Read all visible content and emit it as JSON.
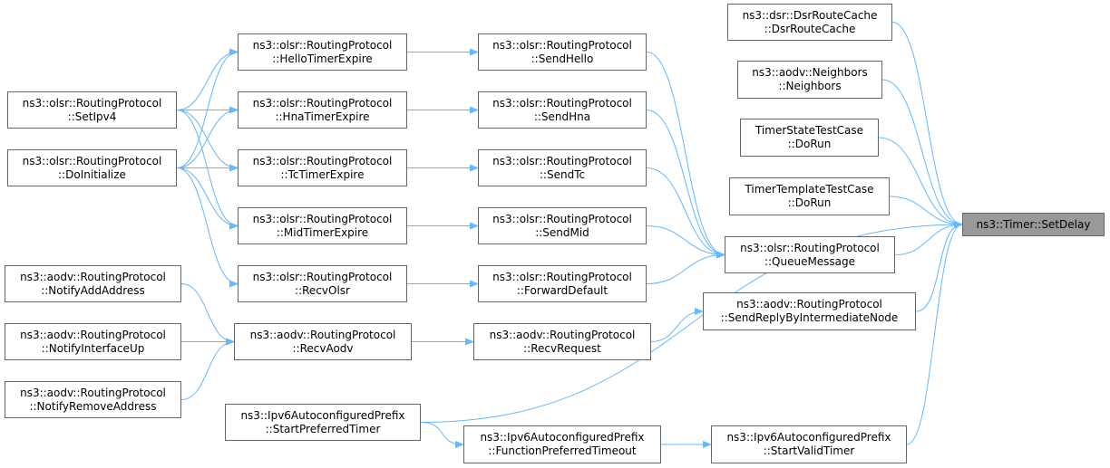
{
  "graph": {
    "edge_color": "#63b8ff",
    "nodes": [
      {
        "id": "n0",
        "l1": "ns3::Timer::SetDelay",
        "l2": "",
        "root": true
      },
      {
        "id": "n1",
        "l1": "ns3::dsr::DsrRouteCache",
        "l2": "::DsrRouteCache"
      },
      {
        "id": "n2",
        "l1": "ns3::aodv::Neighbors",
        "l2": "::Neighbors"
      },
      {
        "id": "n3",
        "l1": "TimerStateTestCase",
        "l2": "::DoRun"
      },
      {
        "id": "n4",
        "l1": "TimerTemplateTestCase",
        "l2": "::DoRun"
      },
      {
        "id": "n5",
        "l1": "ns3::olsr::RoutingProtocol",
        "l2": "::QueueMessage"
      },
      {
        "id": "n6",
        "l1": "ns3::aodv::RoutingProtocol",
        "l2": "::SendReplyByIntermediateNode"
      },
      {
        "id": "n7",
        "l1": "ns3::Ipv6AutoconfiguredPrefix",
        "l2": "::StartValidTimer"
      },
      {
        "id": "n8",
        "l1": "ns3::olsr::RoutingProtocol",
        "l2": "::SendHello"
      },
      {
        "id": "n9",
        "l1": "ns3::olsr::RoutingProtocol",
        "l2": "::SendHna"
      },
      {
        "id": "n10",
        "l1": "ns3::olsr::RoutingProtocol",
        "l2": "::SendTc"
      },
      {
        "id": "n11",
        "l1": "ns3::olsr::RoutingProtocol",
        "l2": "::SendMid"
      },
      {
        "id": "n12",
        "l1": "ns3::olsr::RoutingProtocol",
        "l2": "::ForwardDefault"
      },
      {
        "id": "n13",
        "l1": "ns3::aodv::RoutingProtocol",
        "l2": "::RecvRequest"
      },
      {
        "id": "n14",
        "l1": "ns3::Ipv6AutoconfiguredPrefix",
        "l2": "::FunctionPreferredTimeout"
      },
      {
        "id": "n15",
        "l1": "ns3::olsr::RoutingProtocol",
        "l2": "::HelloTimerExpire"
      },
      {
        "id": "n16",
        "l1": "ns3::olsr::RoutingProtocol",
        "l2": "::HnaTimerExpire"
      },
      {
        "id": "n17",
        "l1": "ns3::olsr::RoutingProtocol",
        "l2": "::TcTimerExpire"
      },
      {
        "id": "n18",
        "l1": "ns3::olsr::RoutingProtocol",
        "l2": "::MidTimerExpire"
      },
      {
        "id": "n19",
        "l1": "ns3::olsr::RoutingProtocol",
        "l2": "::RecvOlsr"
      },
      {
        "id": "n20",
        "l1": "ns3::aodv::RoutingProtocol",
        "l2": "::RecvAodv"
      },
      {
        "id": "n21",
        "l1": "ns3::Ipv6AutoconfiguredPrefix",
        "l2": "::StartPreferredTimer"
      },
      {
        "id": "n22",
        "l1": "ns3::olsr::RoutingProtocol",
        "l2": "::SetIpv4"
      },
      {
        "id": "n23",
        "l1": "ns3::olsr::RoutingProtocol",
        "l2": "::DoInitialize"
      },
      {
        "id": "n24",
        "l1": "ns3::aodv::RoutingProtocol",
        "l2": "::NotifyAddAddress"
      },
      {
        "id": "n25",
        "l1": "ns3::aodv::RoutingProtocol",
        "l2": "::NotifyInterfaceUp"
      },
      {
        "id": "n26",
        "l1": "ns3::aodv::RoutingProtocol",
        "l2": "::NotifyRemoveAddress"
      }
    ],
    "edges": [
      [
        "n1",
        "n0"
      ],
      [
        "n2",
        "n0"
      ],
      [
        "n3",
        "n0"
      ],
      [
        "n4",
        "n0"
      ],
      [
        "n5",
        "n0"
      ],
      [
        "n6",
        "n0"
      ],
      [
        "n7",
        "n0"
      ],
      [
        "n21",
        "n0"
      ],
      [
        "n8",
        "n5"
      ],
      [
        "n9",
        "n5"
      ],
      [
        "n10",
        "n5"
      ],
      [
        "n11",
        "n5"
      ],
      [
        "n12",
        "n5"
      ],
      [
        "n13",
        "n6"
      ],
      [
        "n14",
        "n7"
      ],
      [
        "n15",
        "n8"
      ],
      [
        "n16",
        "n9"
      ],
      [
        "n17",
        "n10"
      ],
      [
        "n18",
        "n11"
      ],
      [
        "n19",
        "n12"
      ],
      [
        "n20",
        "n13"
      ],
      [
        "n21",
        "n14"
      ],
      [
        "n22",
        "n15"
      ],
      [
        "n23",
        "n15"
      ],
      [
        "n22",
        "n16"
      ],
      [
        "n23",
        "n16"
      ],
      [
        "n22",
        "n17"
      ],
      [
        "n23",
        "n17"
      ],
      [
        "n22",
        "n18"
      ],
      [
        "n23",
        "n18"
      ],
      [
        "n23",
        "n19"
      ],
      [
        "n24",
        "n20"
      ],
      [
        "n25",
        "n20"
      ],
      [
        "n26",
        "n20"
      ]
    ]
  }
}
